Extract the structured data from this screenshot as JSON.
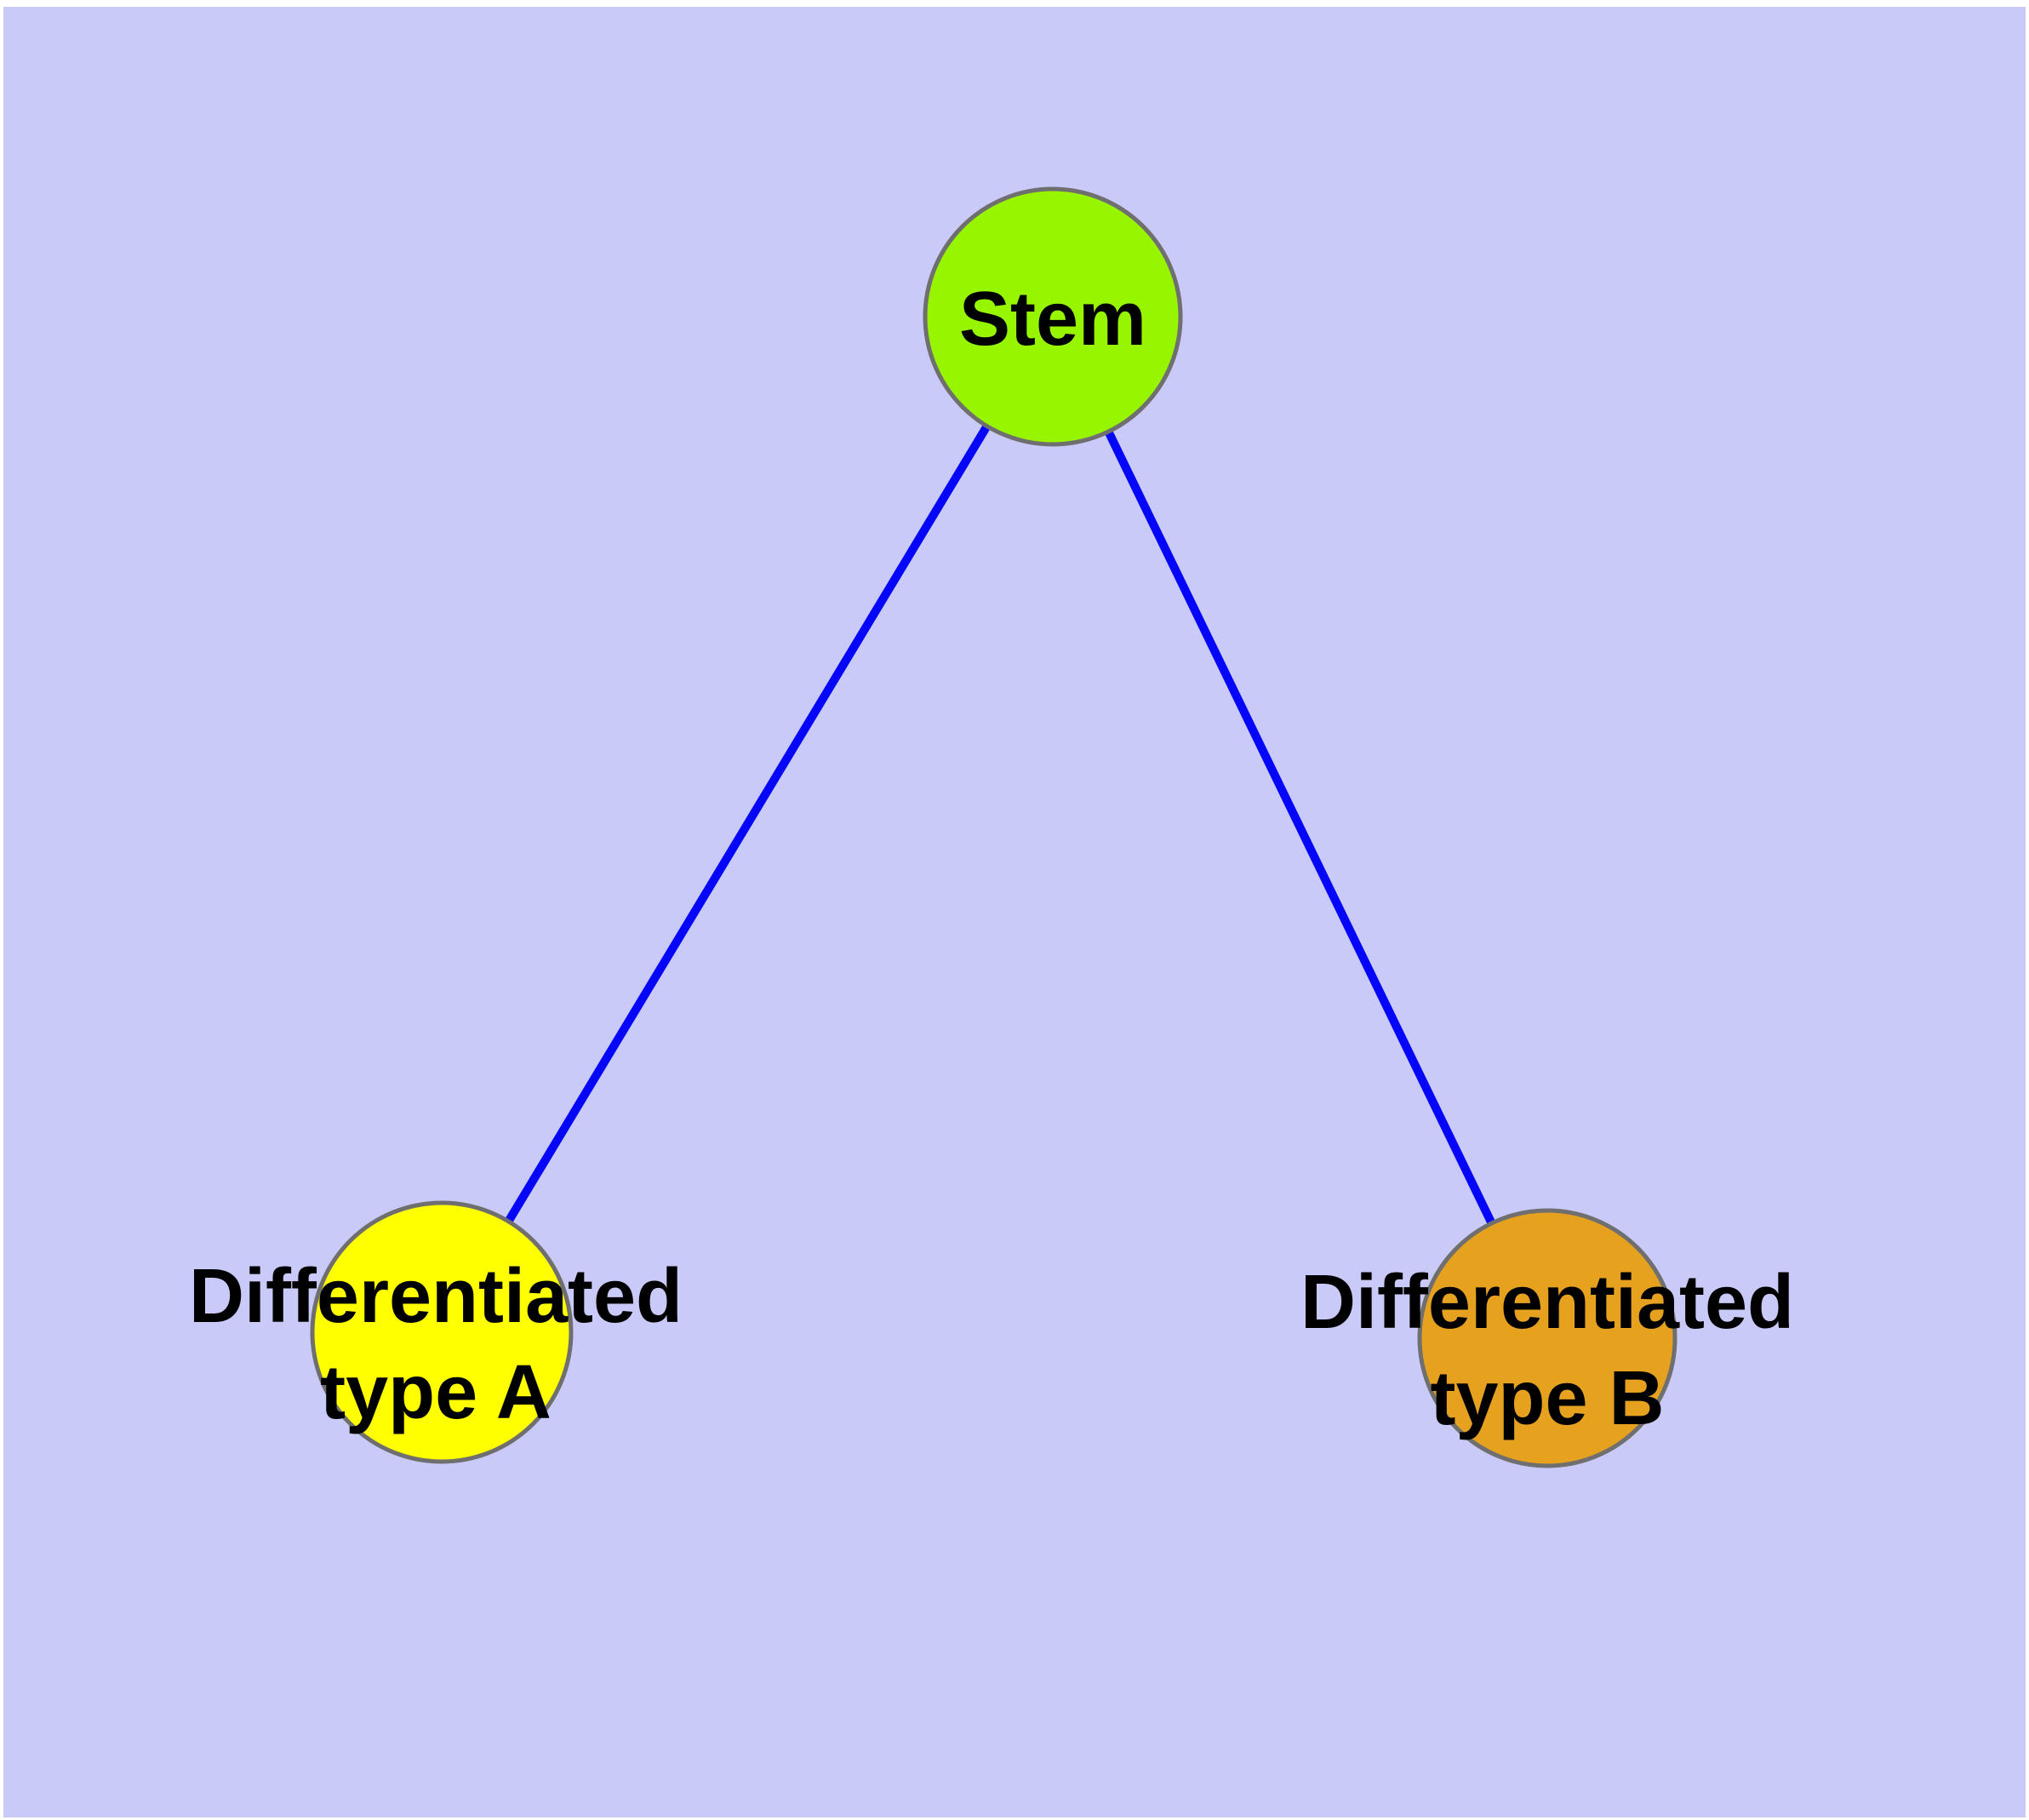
{
  "diagram": {
    "background_color": "#CACAF8",
    "page_margin_color": "#FFFFFF",
    "node_border_color": "#6F6F6F",
    "edge_color": "#0505FA",
    "label_color": "#000000",
    "nodes": [
      {
        "id": "stem",
        "label": "Stem",
        "label_lines": [
          "Stem"
        ],
        "color": "#97F500"
      },
      {
        "id": "type-a",
        "label": "Differentiated type A",
        "label_lines": [
          "Differentiated",
          "type A"
        ],
        "color": "#FFFF00"
      },
      {
        "id": "type-b",
        "label": "Differentiated type B",
        "label_lines": [
          "Differentiated",
          "type B"
        ],
        "color": "#E6A21F"
      }
    ],
    "edges": [
      {
        "from": "Stem",
        "to": "Differentiated type A"
      },
      {
        "from": "Stem",
        "to": "Differentiated type B"
      }
    ]
  }
}
